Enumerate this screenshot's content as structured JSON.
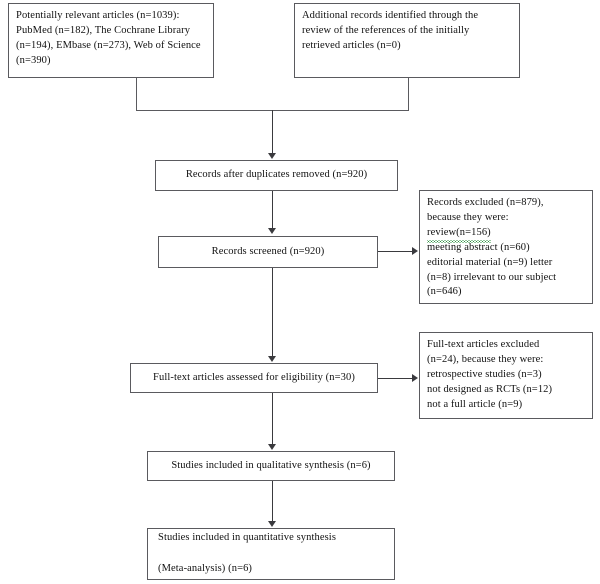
{
  "diagram": {
    "title": "PRISMA study selection flow diagram",
    "type": "flowchart",
    "colors": {
      "box_border": "#5a5a5e",
      "connector": "#3a3a3e",
      "text": "#111111",
      "background": "#ffffff",
      "spellcheck_underline": "#1f8b34"
    },
    "nodes": {
      "identification_databases": {
        "lines": [
          "Potentially relevant articles (n=1039):",
          "PubMed (n=182), The Cochrane Library",
          "(n=194), EMbase (n=273), Web of Science",
          "(n=390)"
        ]
      },
      "identification_additional": {
        "lines": [
          "Additional records identified through the",
          "review of the references of the initially",
          "retrieved articles (n=0)"
        ]
      },
      "duplicates_removed": {
        "label": "Records after duplicates removed (n=920)"
      },
      "records_screened": {
        "label": "Records screened (n=920)"
      },
      "records_excluded": {
        "lines": [
          "Records excluded (n=879),",
          "because they were:",
          "review(n=156)",
          "meeting abstract (n=60)",
          "editorial material (n=9) letter",
          "(n=8) irrelevant to our subject",
          "(n=646)"
        ],
        "misspelled_word": "review"
      },
      "fulltext_assessed": {
        "label": "Full-text articles assessed for eligibility (n=30)"
      },
      "fulltext_excluded": {
        "lines": [
          "Full-text articles excluded",
          "(n=24), because they were:",
          "retrospective studies (n=3)",
          "not designed as RCTs (n=12)",
          "not a full article (n=9)"
        ]
      },
      "qualitative_synthesis": {
        "label": "Studies included in qualitative synthesis (n=6)"
      },
      "quantitative_synthesis": {
        "line1": "Studies included in quantitative synthesis",
        "line2": "(Meta-analysis) (n=6)"
      }
    },
    "counts": {
      "potentially_relevant": 1039,
      "pubmed": 182,
      "cochrane": 194,
      "embase": 273,
      "web_of_science": 390,
      "additional_records": 0,
      "after_duplicates": 920,
      "screened": 920,
      "records_excluded_total": 879,
      "excluded_review": 156,
      "excluded_meeting_abstract": 60,
      "excluded_editorial": 9,
      "excluded_letter": 8,
      "excluded_irrelevant": 646,
      "fulltext_assessed": 30,
      "fulltext_excluded_total": 24,
      "fulltext_retrospective": 3,
      "fulltext_not_rct": 12,
      "fulltext_not_full_article": 9,
      "qualitative_included": 6,
      "quantitative_included": 6
    }
  }
}
